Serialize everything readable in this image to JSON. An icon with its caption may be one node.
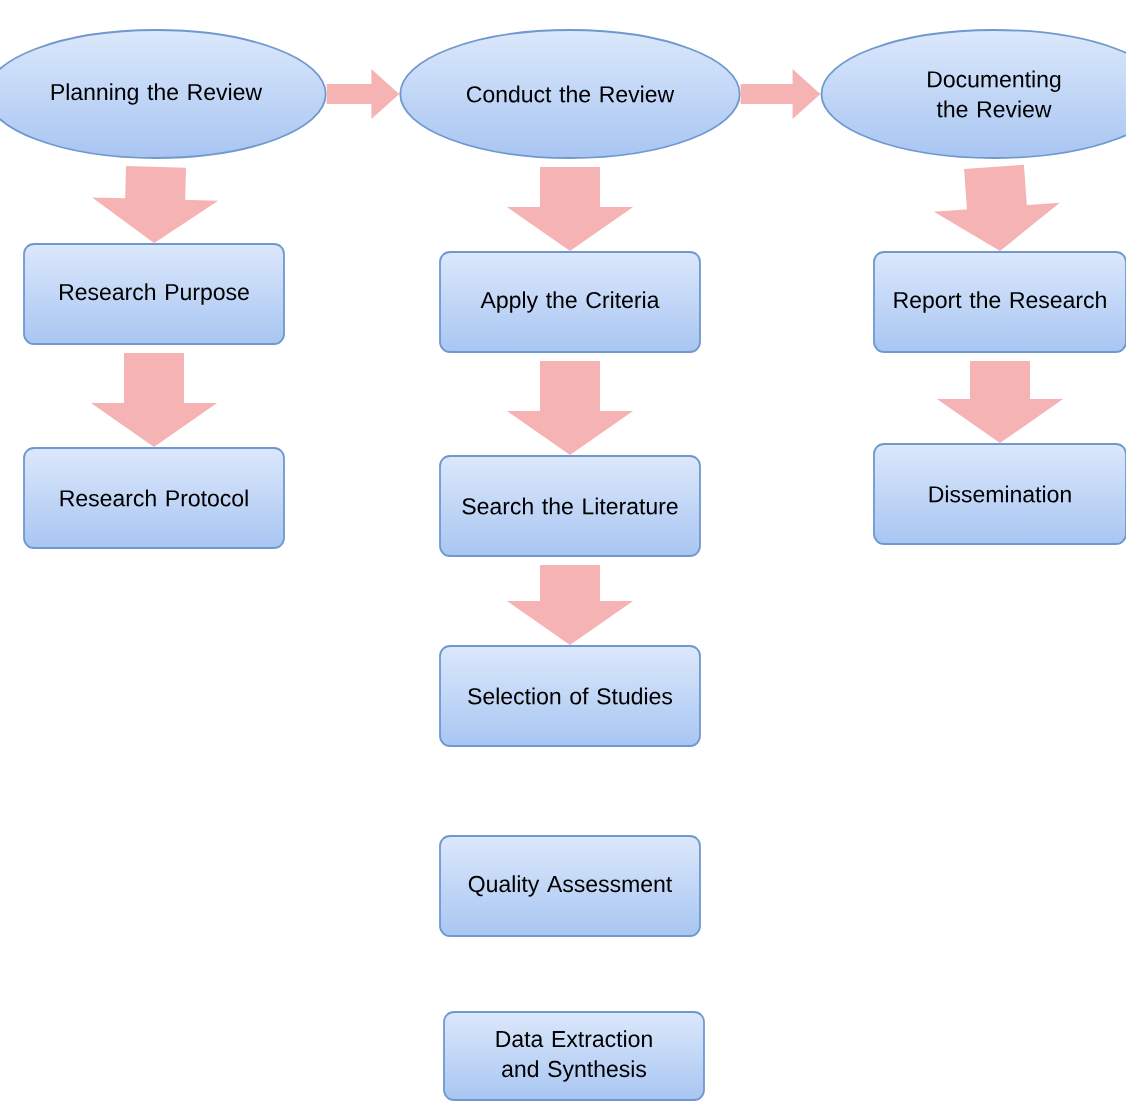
{
  "diagram": {
    "nodes": [
      {
        "text": [
          "Planning the Review"
        ]
      },
      {
        "text": [
          "Research Purpose"
        ]
      },
      {
        "text": [
          "Research Protocol"
        ]
      },
      {
        "text": [
          "Conduct the Review"
        ]
      },
      {
        "text": [
          "Apply the Criteria"
        ]
      },
      {
        "text": [
          "Search the Literature"
        ]
      },
      {
        "text": [
          "Selection of Studies"
        ]
      },
      {
        "text": [
          "Quality Assessment"
        ]
      },
      {
        "text": [
          "Data Extraction and Synthesis"
        ]
      },
      {
        "text": [
          "Documenting the Review"
        ]
      },
      {
        "text": [
          "Report the Research"
        ]
      },
      {
        "text": [
          "Dissemination"
        ]
      }
    ],
    "edges": [
      {
        "from": 0,
        "to": 3,
        "arrow": "to"
      },
      {
        "from": 3,
        "to": 9,
        "arrow": "to"
      },
      {
        "from": 0,
        "to": 1,
        "arrow": "to"
      },
      {
        "from": 1,
        "to": 2,
        "arrow": "to"
      },
      {
        "from": 3,
        "to": 4,
        "arrow": "to"
      },
      {
        "from": 4,
        "to": 5,
        "arrow": "to"
      },
      {
        "from": 5,
        "to": 6,
        "arrow": "to"
      },
      {
        "from": 9,
        "to": 10,
        "arrow": "to"
      },
      {
        "from": 10,
        "to": 11,
        "arrow": "to"
      }
    ]
  }
}
